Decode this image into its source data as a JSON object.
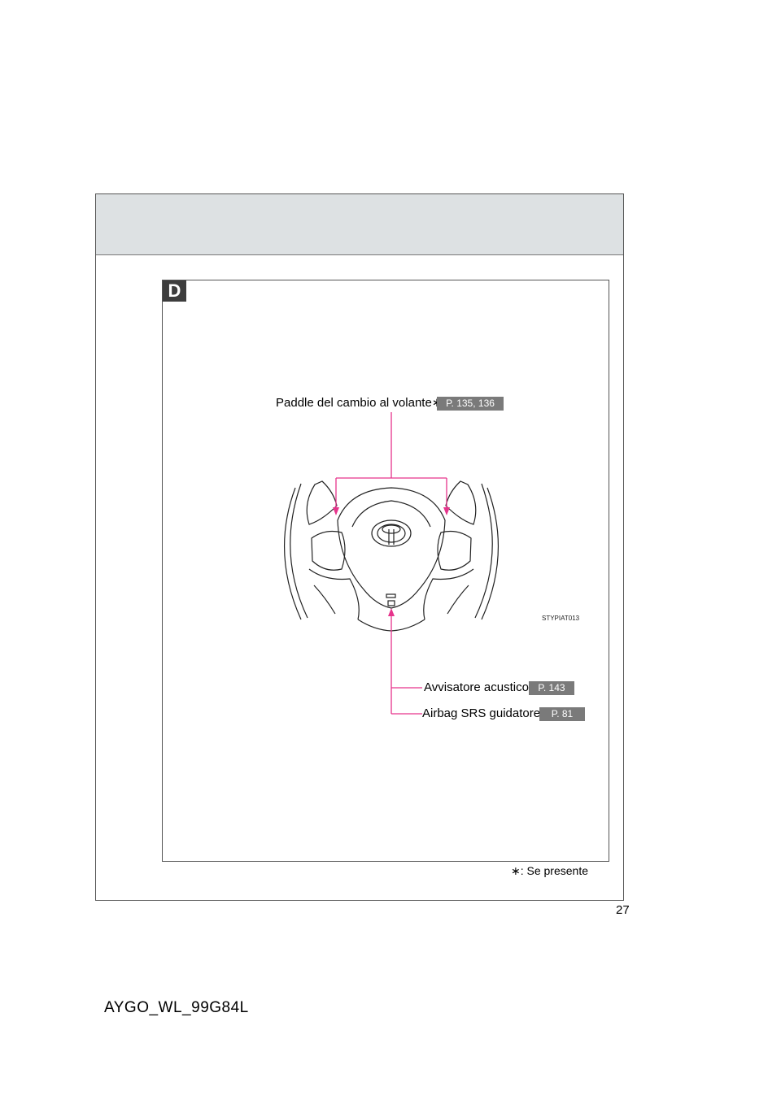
{
  "section": {
    "letter": "D"
  },
  "callouts": {
    "paddle": {
      "label": "Paddle del cambio al volante∗",
      "ref": "P. 135, 136"
    },
    "horn": {
      "label": "Avvisatore acustico",
      "ref": "P. 143"
    },
    "airbag": {
      "label": "Airbag SRS guidatore",
      "ref": "P. 81"
    }
  },
  "illustration": {
    "code": "STYPIAT013",
    "icon": "steering-wheel-illustration"
  },
  "footnote": "∗: Se presente",
  "page_number": "27",
  "document_code": "AYGO_WL_99G84L",
  "colors": {
    "header_band": "#dde1e3",
    "leader_line": "#e6348c",
    "ref_badge": "#7a7a7a",
    "section_badge": "#3d3d3d"
  }
}
